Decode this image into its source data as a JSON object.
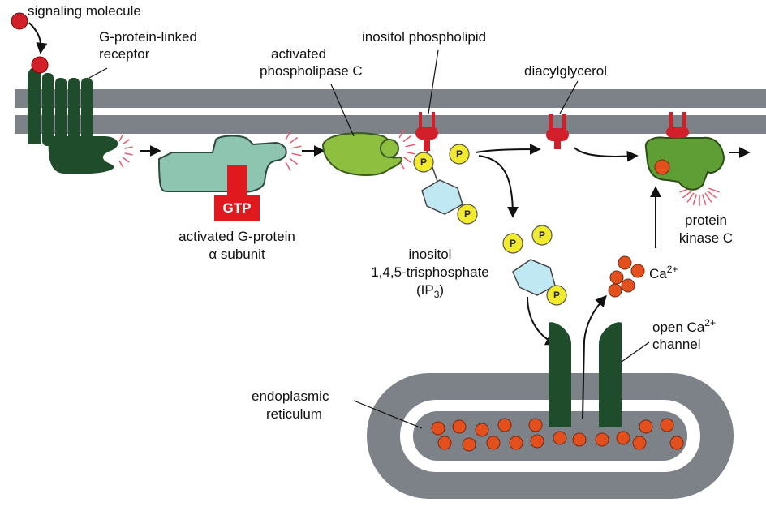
{
  "labels": {
    "signaling_molecule": "signaling molecule",
    "receptor_line1": "G-protein-linked",
    "receptor_line2": "receptor",
    "plc_line1": "activated",
    "plc_line2": "phospholipase C",
    "inositol_phospholipid": "inositol phospholipid",
    "diacylglycerol": "diacylglycerol",
    "gtp": "GTP",
    "gprotein_line1": "activated G-protein",
    "gprotein_line2": "α subunit",
    "ip3_line1": "inositol",
    "ip3_line2": "1,4,5-trisphosphate",
    "ip3_line3_open": "(IP",
    "ip3_line3_sub": "3",
    "ip3_line3_close": ")",
    "pkc_line1": "protein",
    "pkc_line2": "kinase C",
    "ca_base": "Ca",
    "ca_sup": "2+",
    "channel_line1": "open Ca",
    "channel_line1_sup": "2+",
    "channel_line2": "channel",
    "er_line1": "endoplasmic",
    "er_line2": "reticulum",
    "phosphate": "P"
  },
  "colors": {
    "membrane": "#7d8188",
    "receptor": "#1f4d2c",
    "gprotein": "#8ec5b0",
    "plc": "#8fbf3e",
    "pkc": "#5f9e35",
    "lipid_head": "#d21f2a",
    "gtp": "#e0191f",
    "calcium": "#e4501d",
    "phosphate": "#f2ea2c",
    "inositol_ring": "#bfe8f2",
    "signal_rays": "#e85a6a"
  }
}
